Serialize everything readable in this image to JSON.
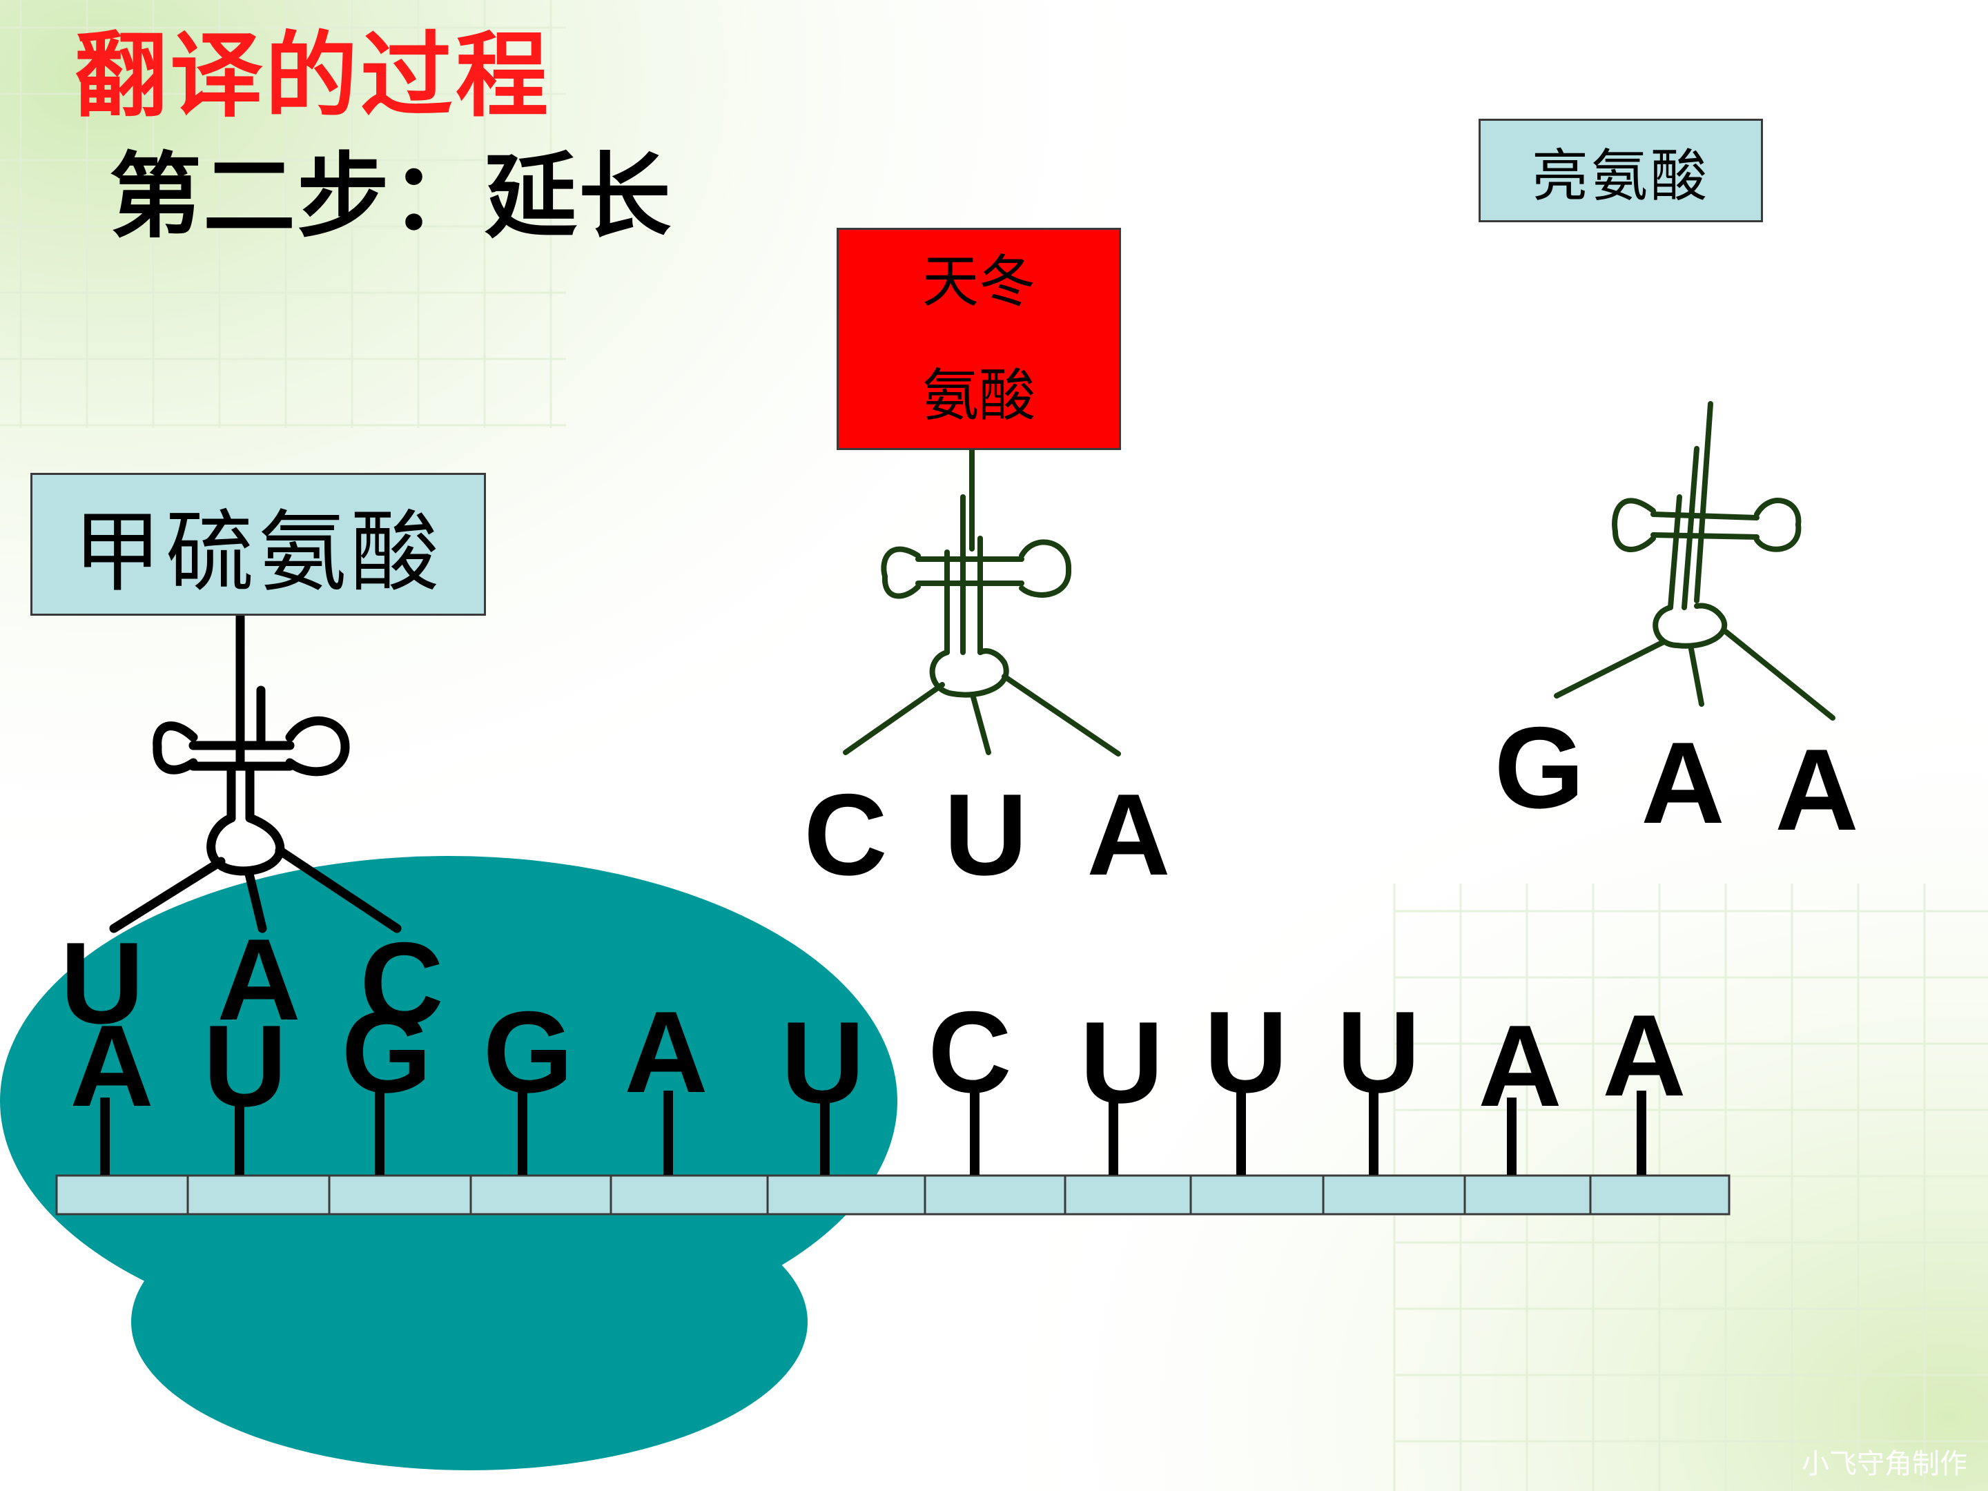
{
  "title": "翻译的过程",
  "subtitle": "第二步：延长",
  "watermark": "小飞守角制作",
  "amino_acids": {
    "met": "甲硫氨酸",
    "asp_line1": "天冬",
    "asp_line2": "氨酸",
    "leu": "亮氨酸"
  },
  "anticodons": {
    "trna1": [
      "U",
      "A",
      "C"
    ],
    "trna2": [
      "C",
      "U",
      "A"
    ],
    "trna3": [
      "G",
      "A",
      "A"
    ]
  },
  "mrna_bases": [
    "A",
    "U",
    "G",
    "G",
    "A",
    "U",
    "C",
    "U",
    "U",
    "U",
    "A",
    "A"
  ],
  "colors": {
    "title": "#ff1a1a",
    "ribosome": "#009999",
    "mrna_strip": "#b9e0e3",
    "asp_box": "#ff0000",
    "trna_dark_green": "#1a3d12"
  }
}
